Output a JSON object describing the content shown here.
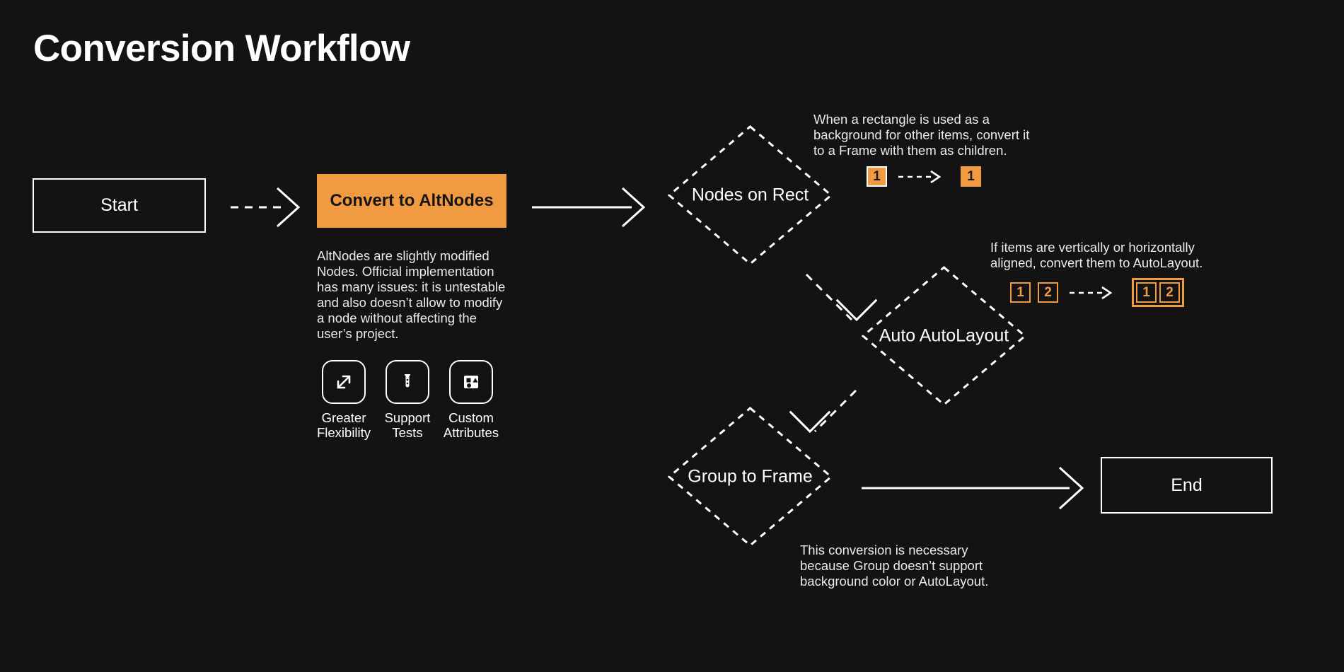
{
  "page": {
    "title": "Conversion Workflow",
    "background_color": "#131313",
    "accent_color": "#F09A42",
    "text_color": "#ffffff"
  },
  "nodes": {
    "start": {
      "label": "Start",
      "shape": "rectangle",
      "style": "outline-white"
    },
    "convert": {
      "label": "Convert to AltNodes",
      "shape": "rectangle",
      "style": "filled-orange"
    },
    "nodes_on_rect": {
      "label": "Nodes on Rect",
      "shape": "diamond",
      "style": "dashed-white"
    },
    "auto_autolayout": {
      "label": "Auto AutoLayout",
      "shape": "diamond",
      "style": "dashed-white"
    },
    "group_to_frame": {
      "label": "Group to Frame",
      "shape": "diamond",
      "style": "dashed-white"
    },
    "end": {
      "label": "End",
      "shape": "rectangle",
      "style": "outline-white"
    }
  },
  "notes": {
    "altnodes": "AltNodes are slightly modified Nodes. Official implementation has many issues: it is untestable and also doesn’t allow to modify a node without affecting the user’s project.",
    "nodes_on_rect": "When a rectangle is used as a background for other items, convert it to a Frame with them as children.",
    "auto_autolayout": "If items are vertically or horizontally aligned, convert them to AutoLayout.",
    "group_to_frame": "This conversion is necessary because Group doesn’t support background color or AutoLayout."
  },
  "features": [
    {
      "icon": "expand-arrows-icon",
      "label": "Greater\nFlexibility",
      "line1": "Greater",
      "line2": "Flexibility"
    },
    {
      "icon": "test-tube-icon",
      "label": "Support\nTests",
      "line1": "Support",
      "line2": "Tests"
    },
    {
      "icon": "shapes-icon",
      "label": "Custom\nAttributes",
      "line1": "Custom",
      "line2": "Attributes"
    }
  ],
  "chip_annotations": {
    "nodes_on_rect": {
      "before": [
        {
          "number": "1",
          "style": "filled-white-border"
        }
      ],
      "after": [
        {
          "number": "1",
          "style": "filled-orange"
        }
      ],
      "connector": "dashed-arrow"
    },
    "auto_autolayout": {
      "before": [
        {
          "number": "1",
          "style": "outlined-orange"
        },
        {
          "number": "2",
          "style": "outlined-orange"
        }
      ],
      "after": [
        {
          "number": "1",
          "style": "outlined-orange"
        },
        {
          "number": "2",
          "style": "outlined-orange"
        }
      ],
      "after_grouped": true,
      "connector": "dashed-arrow"
    }
  },
  "edges": [
    {
      "from": "start",
      "to": "convert",
      "style": "dashed"
    },
    {
      "from": "convert",
      "to": "nodes_on_rect",
      "style": "solid"
    },
    {
      "from": "nodes_on_rect",
      "to": "auto_autolayout",
      "style": "dashed-diagonal"
    },
    {
      "from": "auto_autolayout",
      "to": "group_to_frame",
      "style": "dashed-diagonal"
    },
    {
      "from": "group_to_frame",
      "to": "end",
      "style": "solid"
    }
  ]
}
